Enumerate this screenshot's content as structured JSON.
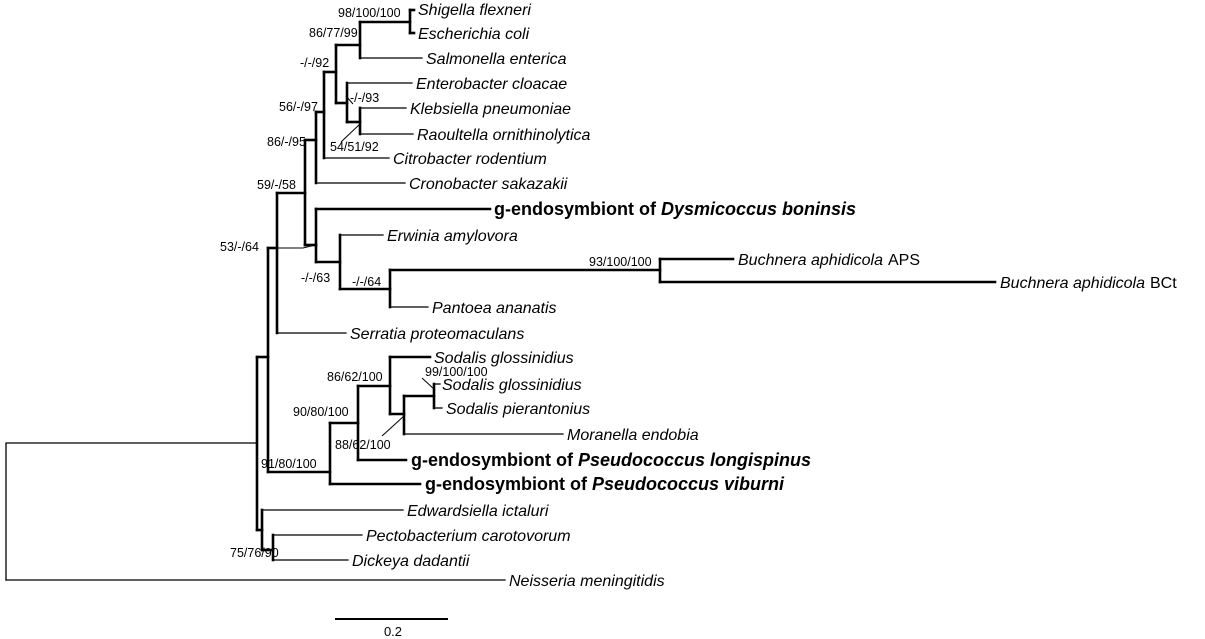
{
  "taxa": {
    "shigella": "Shigella flexneri",
    "ecoli": "Escherichia coli",
    "salmonella": "Salmonella enterica",
    "enterobacter": "Enterobacter cloacae",
    "klebsiella": "Klebsiella pneumoniae",
    "raoultella": "Raoultella ornithinolytica",
    "citrobacter": "Citrobacter rodentium",
    "cronobacter": "Cronobacter sakazakii",
    "erwinia": "Erwinia amylovora",
    "buchnera_aps_name": "Buchnera aphidicola",
    "buchnera_aps_suffix": "APS",
    "buchnera_bct_name": "Buchnera aphidicola",
    "buchnera_bct_suffix": "BCt",
    "pantoea": "Pantoea ananatis",
    "serratia": "Serratia proteomaculans",
    "sodalis_gloss_1": "Sodalis glossinidius",
    "sodalis_gloss_2": "Sodalis glossinidius",
    "sodalis_pier": "Sodalis pierantonius",
    "moranella": "Moranella endobia",
    "edwardsiella": "Edwardsiella ictaluri",
    "pectobacterium": "Pectobacterium carotovorum",
    "dickeya": "Dickeya dadantii",
    "neisseria": "Neisseria meningitidis"
  },
  "bold_taxa": {
    "dysmicoccus_prefix": "g-endosymbiont of ",
    "dysmicoccus_host": "Dysmicoccus boninsis",
    "longispinus_prefix": "g-endosymbiont of ",
    "longispinus_host": "Pseudococcus longispinus",
    "viburni_prefix": "g-endosymbiont of ",
    "viburni_host": "Pseudococcus viburni"
  },
  "support": {
    "shigella_ecoli": "98/100/100",
    "shigella_ecoli_salmonella": "86/77/99",
    "n_92": "-/-/92",
    "klebsiella_raoultella": "-/-/93",
    "enterobacter_group": "54/51/92",
    "n_97": "56/-/97",
    "n_95": "86/-/95",
    "n_58": "59/-/58",
    "n_64a": "53/-/64",
    "n_63": "-/-/63",
    "n_64b": "-/-/64",
    "buchnera": "93/100/100",
    "sodalis_pair": "99/100/100",
    "sodalis_group": "86/62/100",
    "moranella_group": "88/62/100",
    "longispinus_group": "90/80/100",
    "viburni_group": "91/80/100",
    "dickeya_group": "75/76/90"
  },
  "scale_bar": {
    "label": "0.2"
  }
}
